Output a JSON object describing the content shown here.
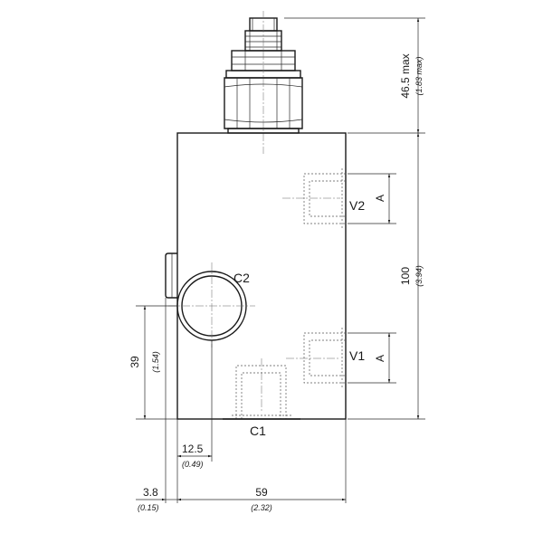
{
  "ports": {
    "c1": "C1",
    "c2": "C2",
    "v1": "V1",
    "v2": "V2"
  },
  "dims": {
    "height_max_mm": "46.5 max",
    "height_max_in": "(1.83 max)",
    "body_height_mm": "100",
    "body_height_in": "(3.94)",
    "port_a_upper": "A",
    "port_a_lower": "A",
    "c2_height_mm": "39",
    "c2_height_in": "(1.54)",
    "c2_offset_mm": "12.5",
    "c2_offset_in": "(0.49)",
    "plug_offset_mm": "3.8",
    "plug_offset_in": "(0.15)",
    "body_width_mm": "59",
    "body_width_in": "(2.32)"
  }
}
